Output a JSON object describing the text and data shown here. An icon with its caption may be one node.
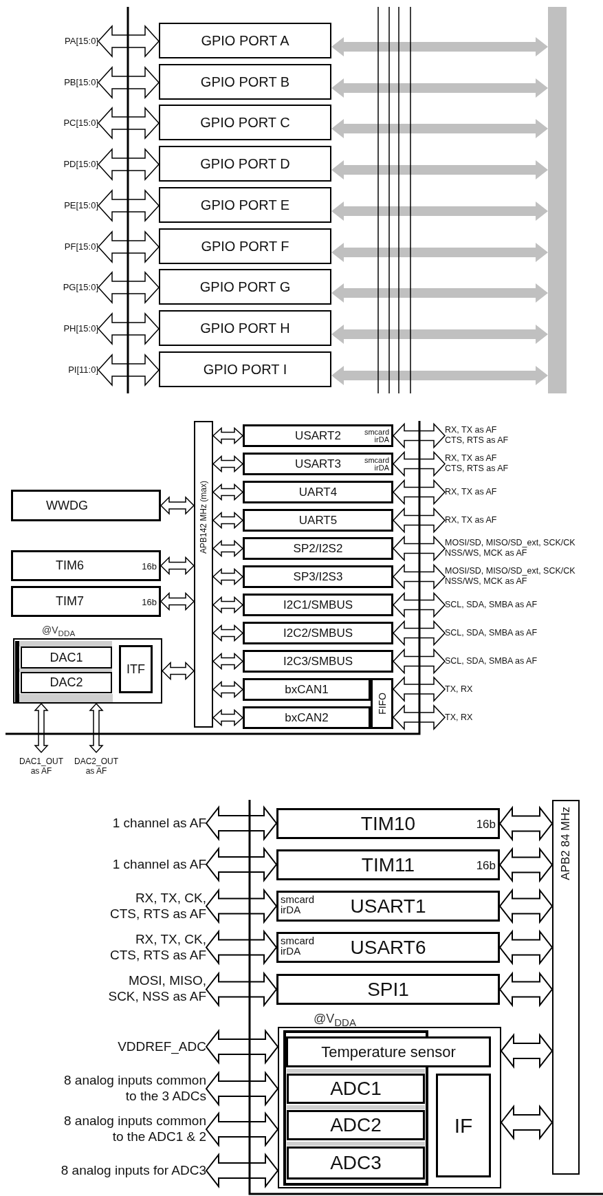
{
  "diagram": {
    "nodes": [
      {
        "text": [
          "PA[15:0]"
        ]
      },
      {
        "text": [
          "PB[15:0]"
        ]
      },
      {
        "text": [
          "PC[15:0]"
        ]
      },
      {
        "text": [
          "PD[15:0]"
        ]
      },
      {
        "text": [
          "PE[15:0]"
        ]
      },
      {
        "text": [
          "PF[15:0]"
        ]
      },
      {
        "text": [
          "PG[15:0]"
        ]
      },
      {
        "text": [
          "PH[15:0]"
        ]
      },
      {
        "text": [
          "PI[11:0]"
        ]
      },
      {
        "text": [
          "GPIO PORT A"
        ]
      },
      {
        "text": [
          "GPIO PORT B"
        ]
      },
      {
        "text": [
          "GPIO PORT C"
        ]
      },
      {
        "text": [
          "GPIO PORT D"
        ]
      },
      {
        "text": [
          "GPIO PORT E"
        ]
      },
      {
        "text": [
          "GPIO PORT F"
        ]
      },
      {
        "text": [
          "GPIO PORT G"
        ]
      },
      {
        "text": [
          "GPIO PORT H"
        ]
      },
      {
        "text": [
          "GPIO PORT I"
        ]
      },
      {
        "text": [],
        "shape": "bar"
      },
      {
        "text": [
          "WWDG"
        ]
      },
      {
        "text": [
          "TIM6",
          "16b"
        ]
      },
      {
        "text": [
          "TIM7",
          "16b"
        ]
      },
      {
        "text": [
          "@V$_{DDA}$"
        ]
      },
      {
        "text": [
          "DAC1"
        ],
        "in": 22
      },
      {
        "text": [
          "DAC2"
        ],
        "in": 22
      },
      {
        "text": [
          "ITF"
        ],
        "in": 22
      },
      {
        "text": [
          "DAC1_OUT as AF"
        ]
      },
      {
        "text": [
          "DAC2_OUT as AF"
        ]
      },
      {
        "text": [
          "APB142 MHz (max)"
        ]
      },
      {
        "text": [
          "USART2",
          "smcard irDA"
        ]
      },
      {
        "text": [
          "USART3",
          "smcard irDA"
        ]
      },
      {
        "text": [
          "UART4"
        ]
      },
      {
        "text": [
          "UART5"
        ]
      },
      {
        "text": [
          "SP2/I2S2"
        ]
      },
      {
        "text": [
          "SP3/I2S3"
        ]
      },
      {
        "text": [
          "I2C1/SMBUS"
        ]
      },
      {
        "text": [
          "I2C2/SMBUS"
        ]
      },
      {
        "text": [
          "I2C3/SMBUS"
        ]
      },
      {
        "text": [
          "bxCAN1"
        ]
      },
      {
        "text": [
          "bxCAN2"
        ]
      },
      {
        "text": [
          "FIFO"
        ]
      },
      {
        "text": [
          "RX, TX as AF",
          "CTS, RTS as AF"
        ]
      },
      {
        "text": [
          "RX, TX as AF",
          "CTS, RTS as AF"
        ]
      },
      {
        "text": [
          "RX, TX as AF"
        ]
      },
      {
        "text": [
          "RX, TX as AF"
        ]
      },
      {
        "text": [
          "MOSI/SD, MISO/SD_ext, SCK/CK",
          "NSS/WS, MCK as AF"
        ]
      },
      {
        "text": [
          "MOSI/SD, MISO/SD_ext, SCK/CK",
          "NSS/WS, MCK as AF"
        ]
      },
      {
        "text": [
          "SCL, SDA, SMBA as AF"
        ]
      },
      {
        "text": [
          "SCL, SDA, SMBA as AF"
        ]
      },
      {
        "text": [
          "SCL, SDA, SMBA as AF"
        ]
      },
      {
        "text": [
          "TX, RX"
        ]
      },
      {
        "text": [
          "TX, RX"
        ]
      },
      {
        "text": [
          "1 channel as AF"
        ]
      },
      {
        "text": [
          "1 channel as AF"
        ]
      },
      {
        "text": [
          "RX, TX, CK, CTS, RTS as AF"
        ]
      },
      {
        "text": [
          "RX, TX, CK, CTS, RTS as AF"
        ]
      },
      {
        "text": [
          "MOSI, MISO, SCK, NSS as AF"
        ]
      },
      {
        "text": [
          "VDDREF_ADC"
        ]
      },
      {
        "text": [
          "8 analog inputs common to the 3 ADCs"
        ]
      },
      {
        "text": [
          "8 analog inputs common to the ADC1 & 2"
        ]
      },
      {
        "text": [
          "8 analog inputs for ADC3"
        ]
      },
      {
        "text": [
          "TIM10",
          "16b"
        ]
      },
      {
        "text": [
          "TIM11",
          "16b"
        ]
      },
      {
        "text": [
          "smcard irDA",
          "USART1"
        ]
      },
      {
        "text": [
          "smcard irDA",
          "USART6"
        ]
      },
      {
        "text": [
          "SPI1"
        ]
      },
      {
        "text": [
          "@V$_{DDA}$"
        ]
      },
      {
        "text": [
          "Temperature sensor"
        ],
        "in": 66
      },
      {
        "text": [
          "ADC1"
        ],
        "in": 66
      },
      {
        "text": [
          "ADC2"
        ],
        "in": 66
      },
      {
        "text": [
          "ADC3"
        ],
        "in": 66
      },
      {
        "text": [
          "IF"
        ],
        "in": 66
      },
      {
        "text": [
          "APB2 84 MHz"
        ]
      }
    ],
    "edges": [
      {
        "from": 0,
        "to": 9,
        "arrow": "both"
      },
      {
        "from": 1,
        "to": 10,
        "arrow": "both"
      },
      {
        "from": 2,
        "to": 11,
        "arrow": "both"
      },
      {
        "from": 3,
        "to": 12,
        "arrow": "both"
      },
      {
        "from": 4,
        "to": 13,
        "arrow": "both"
      },
      {
        "from": 5,
        "to": 14,
        "arrow": "both"
      },
      {
        "from": 6,
        "to": 15,
        "arrow": "both"
      },
      {
        "from": 7,
        "to": 16,
        "arrow": "both"
      },
      {
        "from": 8,
        "to": 17,
        "arrow": "both"
      },
      {
        "from": 9,
        "to": 18,
        "arrow": "both",
        "color": "#c0c0c0"
      },
      {
        "from": 10,
        "to": 18,
        "arrow": "both",
        "color": "#c0c0c0"
      },
      {
        "from": 11,
        "to": 18,
        "arrow": "both",
        "color": "#c0c0c0"
      },
      {
        "from": 12,
        "to": 18,
        "arrow": "both",
        "color": "#c0c0c0"
      },
      {
        "from": 13,
        "to": 18,
        "arrow": "both",
        "color": "#c0c0c0"
      },
      {
        "from": 14,
        "to": 18,
        "arrow": "both",
        "color": "#c0c0c0"
      },
      {
        "from": 15,
        "to": 18,
        "arrow": "both",
        "color": "#c0c0c0"
      },
      {
        "from": 16,
        "to": 18,
        "arrow": "both",
        "color": "#c0c0c0"
      },
      {
        "from": 17,
        "to": 18,
        "arrow": "both",
        "color": "#c0c0c0"
      },
      {
        "from": 19,
        "to": 28,
        "arrow": "both"
      },
      {
        "from": 20,
        "to": 28,
        "arrow": "both"
      },
      {
        "from": 21,
        "to": 28,
        "arrow": "both"
      },
      {
        "from": 22,
        "to": 28,
        "arrow": "both"
      },
      {
        "from": 22,
        "to": 26,
        "arrow": "both"
      },
      {
        "from": 22,
        "to": 27,
        "arrow": "both"
      },
      {
        "from": 28,
        "to": 29,
        "arrow": "both"
      },
      {
        "from": 28,
        "to": 30,
        "arrow": "both"
      },
      {
        "from": 28,
        "to": 31,
        "arrow": "both"
      },
      {
        "from": 28,
        "to": 32,
        "arrow": "both"
      },
      {
        "from": 28,
        "to": 33,
        "arrow": "both"
      },
      {
        "from": 28,
        "to": 34,
        "arrow": "both"
      },
      {
        "from": 28,
        "to": 35,
        "arrow": "both"
      },
      {
        "from": 28,
        "to": 36,
        "arrow": "both"
      },
      {
        "from": 28,
        "to": 37,
        "arrow": "both"
      },
      {
        "from": 28,
        "to": 38,
        "arrow": "both"
      },
      {
        "from": 28,
        "to": 39,
        "arrow": "both"
      },
      {
        "from": 29,
        "to": 41,
        "arrow": "both"
      },
      {
        "from": 30,
        "to": 42,
        "arrow": "both"
      },
      {
        "from": 31,
        "to": 43,
        "arrow": "both"
      },
      {
        "from": 32,
        "to": 44,
        "arrow": "both"
      },
      {
        "from": 33,
        "to": 45,
        "arrow": "both"
      },
      {
        "from": 34,
        "to": 46,
        "arrow": "both"
      },
      {
        "from": 35,
        "to": 47,
        "arrow": "both"
      },
      {
        "from": 36,
        "to": 48,
        "arrow": "both"
      },
      {
        "from": 37,
        "to": 49,
        "arrow": "both"
      },
      {
        "from": 40,
        "to": 50,
        "arrow": "both"
      },
      {
        "from": 40,
        "to": 51,
        "arrow": "both"
      },
      {
        "from": 52,
        "to": 61,
        "arrow": "both"
      },
      {
        "from": 53,
        "to": 62,
        "arrow": "both"
      },
      {
        "from": 54,
        "to": 63,
        "arrow": "both"
      },
      {
        "from": 55,
        "to": 64,
        "arrow": "both"
      },
      {
        "from": 56,
        "to": 65,
        "arrow": "both"
      },
      {
        "from": 57,
        "to": 66,
        "arrow": "both"
      },
      {
        "from": 58,
        "to": 66,
        "arrow": "both"
      },
      {
        "from": 59,
        "to": 66,
        "arrow": "both"
      },
      {
        "from": 60,
        "to": 66,
        "arrow": "both"
      },
      {
        "from": 61,
        "to": 72,
        "arrow": "both"
      },
      {
        "from": 62,
        "to": 72,
        "arrow": "both"
      },
      {
        "from": 63,
        "to": 72,
        "arrow": "both"
      },
      {
        "from": 64,
        "to": 72,
        "arrow": "both"
      },
      {
        "from": 65,
        "to": 72,
        "arrow": "both"
      },
      {
        "from": 66,
        "to": 72,
        "arrow": "both"
      },
      {
        "from": 66,
        "to": 72,
        "arrow": "both"
      }
    ]
  }
}
